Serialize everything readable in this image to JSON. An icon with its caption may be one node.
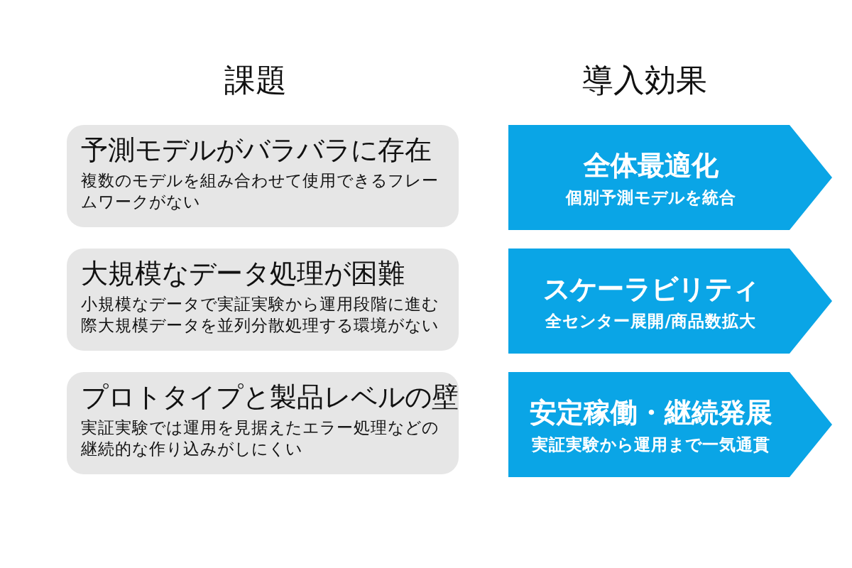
{
  "diagram": {
    "nodes": [
      {
        "text": [
          "予測モデルがバラバラに存在",
          "複数のモデルを組み合わせて使用できるフレームワークがない"
        ]
      },
      {
        "text": [
          "大規模なデータ処理が困難",
          "小規模なデータで実証実験から運用段階に進む際大規模データを並列分散処理する環境がない"
        ]
      },
      {
        "text": [
          "プロトタイプと製品レベルの壁",
          "実証実験では運用を見据えたエラー処理などの継続的な作り込みがしにくい"
        ]
      },
      {
        "text": [
          "全体最適化",
          "個別予測モデルを統合"
        ]
      },
      {
        "text": [
          "スケーラビリティ",
          "全センター展開/商品数拡大"
        ]
      },
      {
        "text": [
          "安定稼働・継続発展",
          "実証実験から運用まで一気通貫"
        ]
      }
    ],
    "labels": [
      "課題",
      "導入効果"
    ]
  }
}
